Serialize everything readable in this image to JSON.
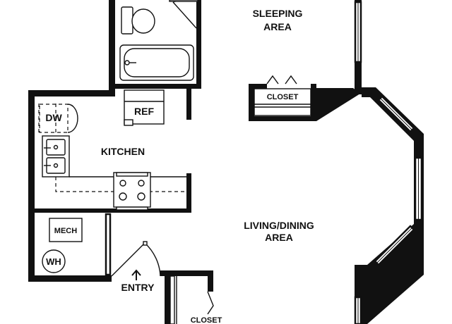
{
  "plan": {
    "rooms": {
      "sleeping_line1": "SLEEPING",
      "sleeping_line2": "AREA",
      "kitchen": "KITCHEN",
      "living_line1": "LIVING/DINING",
      "living_line2": "AREA",
      "entry": "ENTRY"
    },
    "fixtures": {
      "closet_upper": "CLOSET",
      "closet_lower": "CLOSET",
      "refrigerator": "REF",
      "dishwasher": "DW",
      "mechanical": "MECH",
      "water_heater": "WH"
    },
    "icons": {
      "entry_arrow": "arrow-up-icon"
    }
  }
}
